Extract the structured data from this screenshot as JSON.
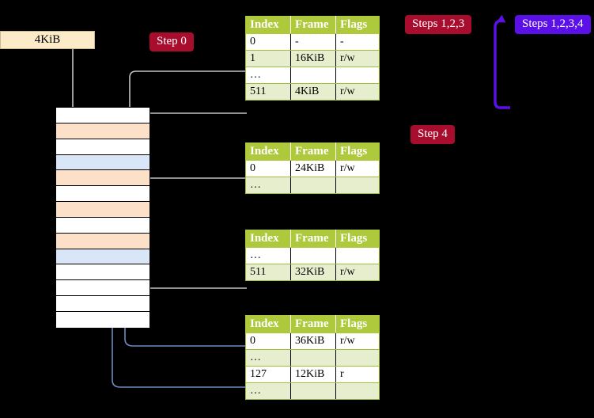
{
  "labels": {
    "kib_box": "4KiB",
    "step0": "Step 0",
    "steps123": "Steps 1,2,3",
    "steps1234": "Steps 1,2,3,4",
    "step4": "Step 4"
  },
  "colors": {
    "badge_red": "#A80D2E",
    "badge_purple": "#5B10E8",
    "table_header_green": "#AECA3C",
    "table_alt_row": "#E7EECD",
    "highlight_yellow": "#FAFAA0",
    "mem_orange": "#FDE0C8",
    "mem_blue": "#D8E6F8",
    "kib_box_fill": "#FCEBC8",
    "wire_gray": "#B8B8B8",
    "wire_blue": "#6A8CC0",
    "arrow_purple": "#5B10E8",
    "background": "#000000"
  },
  "columns": [
    "Index",
    "Frame",
    "Flags"
  ],
  "tables": [
    {
      "id": "table-level-1",
      "rows": [
        {
          "index": "0",
          "frame": "-",
          "flags": "-",
          "alt": false,
          "highlight": false
        },
        {
          "index": "1",
          "frame": "16KiB",
          "flags": "r/w",
          "alt": true,
          "highlight": false
        },
        {
          "index": "…",
          "frame": "",
          "flags": "",
          "alt": false,
          "highlight": false
        },
        {
          "index": "511",
          "frame": "4KiB",
          "flags": "r/w",
          "alt": true,
          "highlight": true
        }
      ]
    },
    {
      "id": "table-level-2",
      "rows": [
        {
          "index": "0",
          "frame": "24KiB",
          "flags": "r/w",
          "alt": false,
          "highlight": false
        },
        {
          "index": "…",
          "frame": "",
          "flags": "",
          "alt": true,
          "highlight": false
        }
      ]
    },
    {
      "id": "table-level-3",
      "rows": [
        {
          "index": "…",
          "frame": "",
          "flags": "",
          "alt": false,
          "highlight": false
        },
        {
          "index": "511",
          "frame": "32KiB",
          "flags": "r/w",
          "alt": true,
          "highlight": false
        }
      ]
    },
    {
      "id": "table-level-4",
      "rows": [
        {
          "index": "0",
          "frame": "36KiB",
          "flags": "r/w",
          "alt": false,
          "highlight": false
        },
        {
          "index": "…",
          "frame": "",
          "flags": "",
          "alt": true,
          "highlight": false
        },
        {
          "index": "127",
          "frame": "12KiB",
          "flags": "r",
          "alt": false,
          "highlight": false
        },
        {
          "index": "…",
          "frame": "",
          "flags": "",
          "alt": true,
          "highlight": false
        }
      ]
    }
  ],
  "memory_rows": [
    {
      "fill": "white"
    },
    {
      "fill": "orange"
    },
    {
      "fill": "white"
    },
    {
      "fill": "blue"
    },
    {
      "fill": "orange"
    },
    {
      "fill": "white"
    },
    {
      "fill": "orange"
    },
    {
      "fill": "white"
    },
    {
      "fill": "orange"
    },
    {
      "fill": "blue"
    },
    {
      "fill": "white"
    },
    {
      "fill": "white"
    },
    {
      "fill": "white"
    },
    {
      "fill": "white"
    }
  ]
}
